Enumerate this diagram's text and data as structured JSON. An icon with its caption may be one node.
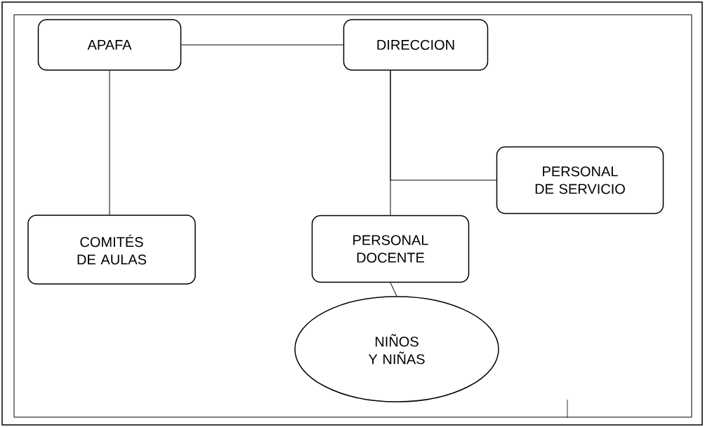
{
  "diagram": {
    "nodes": [
      {
        "text": [
          "APAFA"
        ]
      },
      {
        "text": [
          "DIRECCION"
        ]
      },
      {
        "text": [
          "PERSONAL DE SERVICIO"
        ]
      },
      {
        "text": [
          "COMITÉS DE AULAS"
        ]
      },
      {
        "text": [
          "PERSONAL DOCENTE"
        ]
      },
      {
        "text": [
          "NIÑOS Y NIÑAS"
        ]
      }
    ],
    "edges": [
      {
        "from": 0,
        "to": 1,
        "arrow": "none"
      },
      {
        "from": 0,
        "to": 3,
        "arrow": "none"
      },
      {
        "from": 1,
        "to": 2,
        "arrow": "none"
      },
      {
        "from": 1,
        "to": 4,
        "arrow": "none"
      },
      {
        "from": 4,
        "to": 5,
        "arrow": "none"
      }
    ]
  }
}
